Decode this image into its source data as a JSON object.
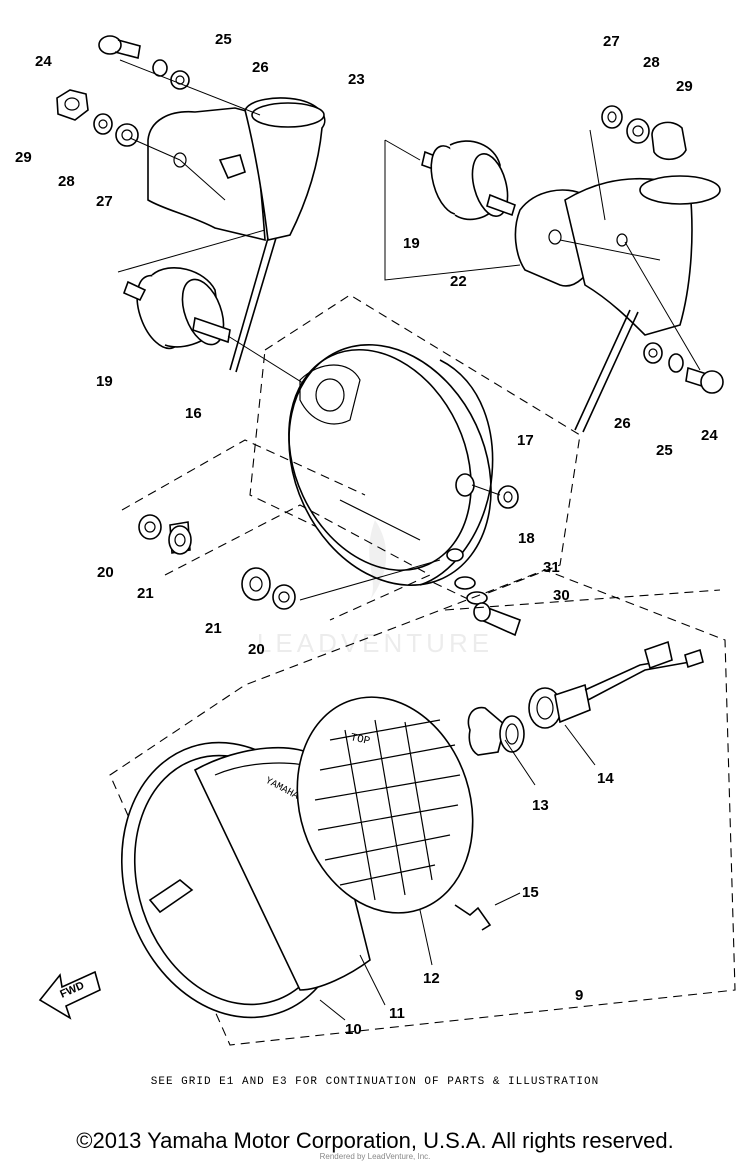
{
  "parts": [
    "24",
    "25",
    "26",
    "23",
    "29",
    "28",
    "27",
    "19",
    "16",
    "17",
    "18",
    "31",
    "30",
    "20",
    "21",
    "22",
    "14",
    "13",
    "15",
    "12",
    "11",
    "10",
    "9"
  ],
  "embossed": {
    "top": "TOP",
    "brand": "YAMAHA",
    "fwd": "FWD"
  },
  "note": "SEE GRID E1 AND E3 FOR CONTINUATION OF PARTS & ILLUSTRATION",
  "copyright": "©2013 Yamaha Motor Corporation, U.S.A. All rights reserved.",
  "watermark": {
    "brand": "LEADVENTURE",
    "credit": "Rendered by LeadVenture, Inc."
  }
}
